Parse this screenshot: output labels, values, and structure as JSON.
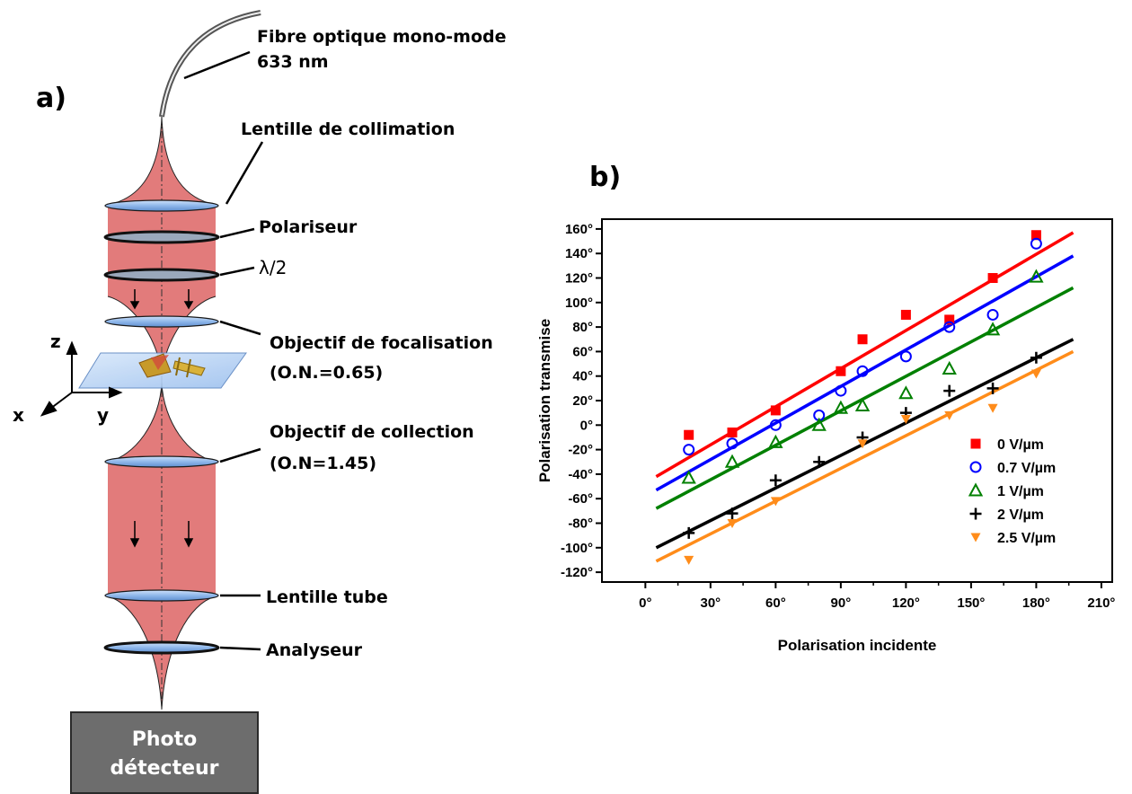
{
  "panel_a": {
    "letter": "a)",
    "labels": {
      "fiber_line1": "Fibre optique mono-mode",
      "fiber_line2": "633 nm",
      "collimation": "Lentille de collimation",
      "polarizer": "Polariseur",
      "half_wave": "λ/2",
      "focusing_line1": "Objectif de focalisation",
      "focusing_line2": "(O.N.=0.65)",
      "collection_line1": "Objectif de collection",
      "collection_line2": "(O.N=1.45)",
      "tube_lens": "Lentille tube",
      "analyzer": "Analyseur",
      "axis_z": "z",
      "axis_x": "x",
      "axis_y": "y"
    },
    "detector": {
      "line1": "Photo",
      "line2": "détecteur"
    },
    "colors": {
      "beam": "#e27b7b",
      "lens": "#8fb7ea",
      "detector": "#6d6d6d"
    }
  },
  "panel_b": {
    "letter": "b)"
  },
  "chart_data": {
    "type": "scatter",
    "xlabel": "Polarisation incidente",
    "ylabel": "Polarisation transmise",
    "xlim": [
      -20,
      215
    ],
    "ylim": [
      -128,
      168
    ],
    "xticks": [
      0,
      30,
      60,
      90,
      120,
      150,
      180,
      210
    ],
    "xtick_labels": [
      "0°",
      "30°",
      "60°",
      "90°",
      "120°",
      "150°",
      "180°",
      "210°"
    ],
    "yticks": [
      -120,
      -100,
      -80,
      -60,
      -40,
      -20,
      0,
      20,
      40,
      60,
      80,
      100,
      120,
      140,
      160
    ],
    "ytick_labels": [
      "-120°",
      "-100°",
      "-80°",
      "-60°",
      "-40°",
      "-20°",
      "0°",
      "20°",
      "40°",
      "60°",
      "80°",
      "100°",
      "120°",
      "140°",
      "160°"
    ],
    "legend_position": "lower-right",
    "series": [
      {
        "name": "0 V/µm",
        "marker": "square",
        "color": "#ff0000",
        "x": [
          20,
          40,
          60,
          90,
          100,
          120,
          140,
          160,
          180
        ],
        "y": [
          -8,
          -6,
          12,
          44,
          70,
          90,
          86,
          120,
          155
        ],
        "fit": {
          "x": [
            5,
            197
          ],
          "y": [
            -42,
            157
          ]
        }
      },
      {
        "name": "0.7 V/µm",
        "marker": "circle",
        "color": "#0000ff",
        "x": [
          20,
          40,
          60,
          80,
          90,
          100,
          120,
          140,
          160,
          180
        ],
        "y": [
          -20,
          -15,
          0,
          8,
          28,
          44,
          56,
          80,
          90,
          148
        ],
        "fit": {
          "x": [
            5,
            197
          ],
          "y": [
            -53,
            138
          ]
        }
      },
      {
        "name": "1 V/µm",
        "marker": "triangle",
        "color": "#008000",
        "x": [
          20,
          40,
          60,
          80,
          90,
          100,
          120,
          140,
          160,
          180
        ],
        "y": [
          -43,
          -30,
          -14,
          0,
          14,
          16,
          26,
          46,
          78,
          121
        ],
        "fit": {
          "x": [
            5,
            197
          ],
          "y": [
            -68,
            112
          ]
        }
      },
      {
        "name": "2 V/µm",
        "marker": "plus",
        "color": "#000000",
        "x": [
          20,
          40,
          60,
          80,
          100,
          120,
          140,
          160,
          180
        ],
        "y": [
          -88,
          -72,
          -45,
          -30,
          -10,
          10,
          28,
          30,
          55
        ],
        "fit": {
          "x": [
            5,
            197
          ],
          "y": [
            -100,
            70
          ]
        }
      },
      {
        "name": "2.5 V/µm",
        "marker": "triangle-down",
        "color": "#ff8c1a",
        "x": [
          20,
          40,
          60,
          100,
          120,
          140,
          160,
          180
        ],
        "y": [
          -110,
          -80,
          -62,
          -15,
          5,
          8,
          14,
          42
        ],
        "fit": {
          "x": [
            5,
            197
          ],
          "y": [
            -111,
            60
          ]
        }
      }
    ]
  }
}
